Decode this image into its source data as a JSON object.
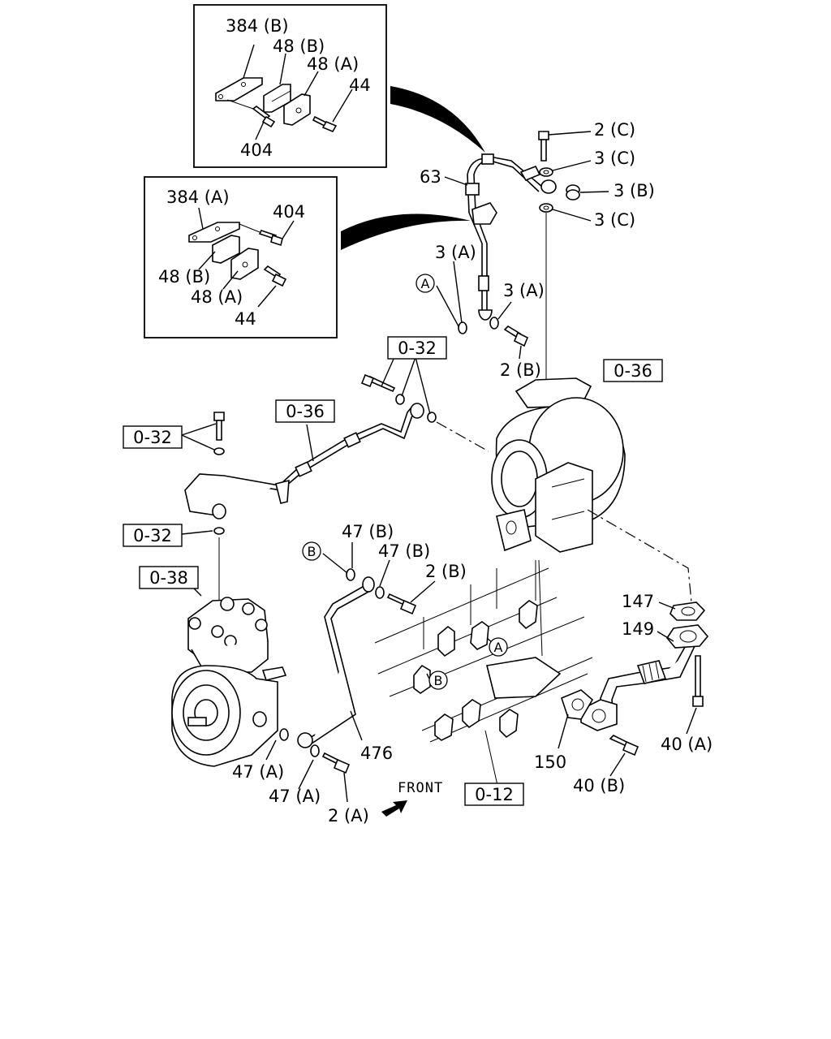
{
  "front_label": "FRONT",
  "labels": {
    "l384b": "384 (B)",
    "l48b_top": "48 (B)",
    "l48a_top": "48 (A)",
    "l44_top": "44",
    "l404_top": "404",
    "l384a": "384 (A)",
    "l404_mid": "404",
    "l48b_mid": "48 (B)",
    "l48a_mid": "48 (A)",
    "l44_mid": "44",
    "l2c": "2 (C)",
    "l3c_top": "3 (C)",
    "l3b": "3 (B)",
    "l3c_bot": "3 (C)",
    "l63": "63",
    "l3a_left": "3 (A)",
    "l3a_right": "3 (A)",
    "l2b_top": "2 (B)",
    "l47b_left": "47 (B)",
    "l47b_right": "47 (B)",
    "l2b_mid": "2 (B)",
    "l147": "147",
    "l149": "149",
    "l150": "150",
    "l40a": "40 (A)",
    "l40b": "40 (B)",
    "l476": "476",
    "l47a_left": "47 (A)",
    "l47a_bot": "47 (A)",
    "l2a": "2 (A)"
  },
  "refs": {
    "r032_top": "0-32",
    "r036_right": "0-36",
    "r036_mid": "0-36",
    "r032_left": "0-32",
    "r032_low": "0-32",
    "r038": "0-38",
    "r012": "0-12"
  },
  "circles": {
    "a_top": "A",
    "b_left": "B",
    "a_engine": "A",
    "b_engine": "B"
  }
}
